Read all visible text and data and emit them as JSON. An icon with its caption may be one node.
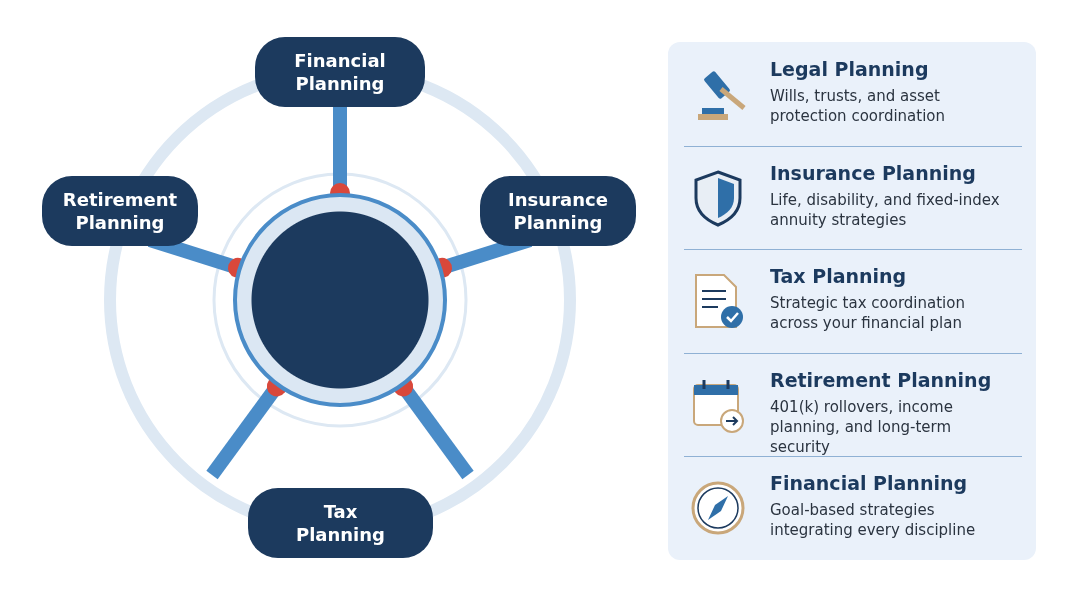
{
  "diagram": {
    "nodes": [
      {
        "text": [
          "Financial Planning"
        ]
      },
      {
        "text": [
          "Retirement Planning"
        ]
      },
      {
        "text": [
          "Insurance Planning"
        ]
      },
      {
        "text": [],
        "shape": "circle"
      },
      {
        "text": [
          "Tax Planning"
        ]
      }
    ],
    "edges": [
      {
        "from": 3,
        "to": 0,
        "arrow": "other"
      },
      {
        "from": 3,
        "to": 1,
        "arrow": "other"
      },
      {
        "from": 3,
        "to": 2,
        "arrow": "other"
      },
      {
        "from": 3,
        "to": null,
        "arrow": "other"
      },
      {
        "from": 3,
        "to": null,
        "arrow": "other"
      }
    ],
    "labels": [
      "Legal Planning",
      "Wills, trusts, and asset protection coordination",
      "Insurance Planning",
      "Life, disability, and fixed-index annuity strategies",
      "Tax Planning",
      "Strategic tax coordination across your financial plan",
      "Retirement Planning",
      "401(k) rollovers, income planning, and long-term security",
      "Financial Planning",
      "Goal-based strategies integrating every discipline"
    ]
  }
}
